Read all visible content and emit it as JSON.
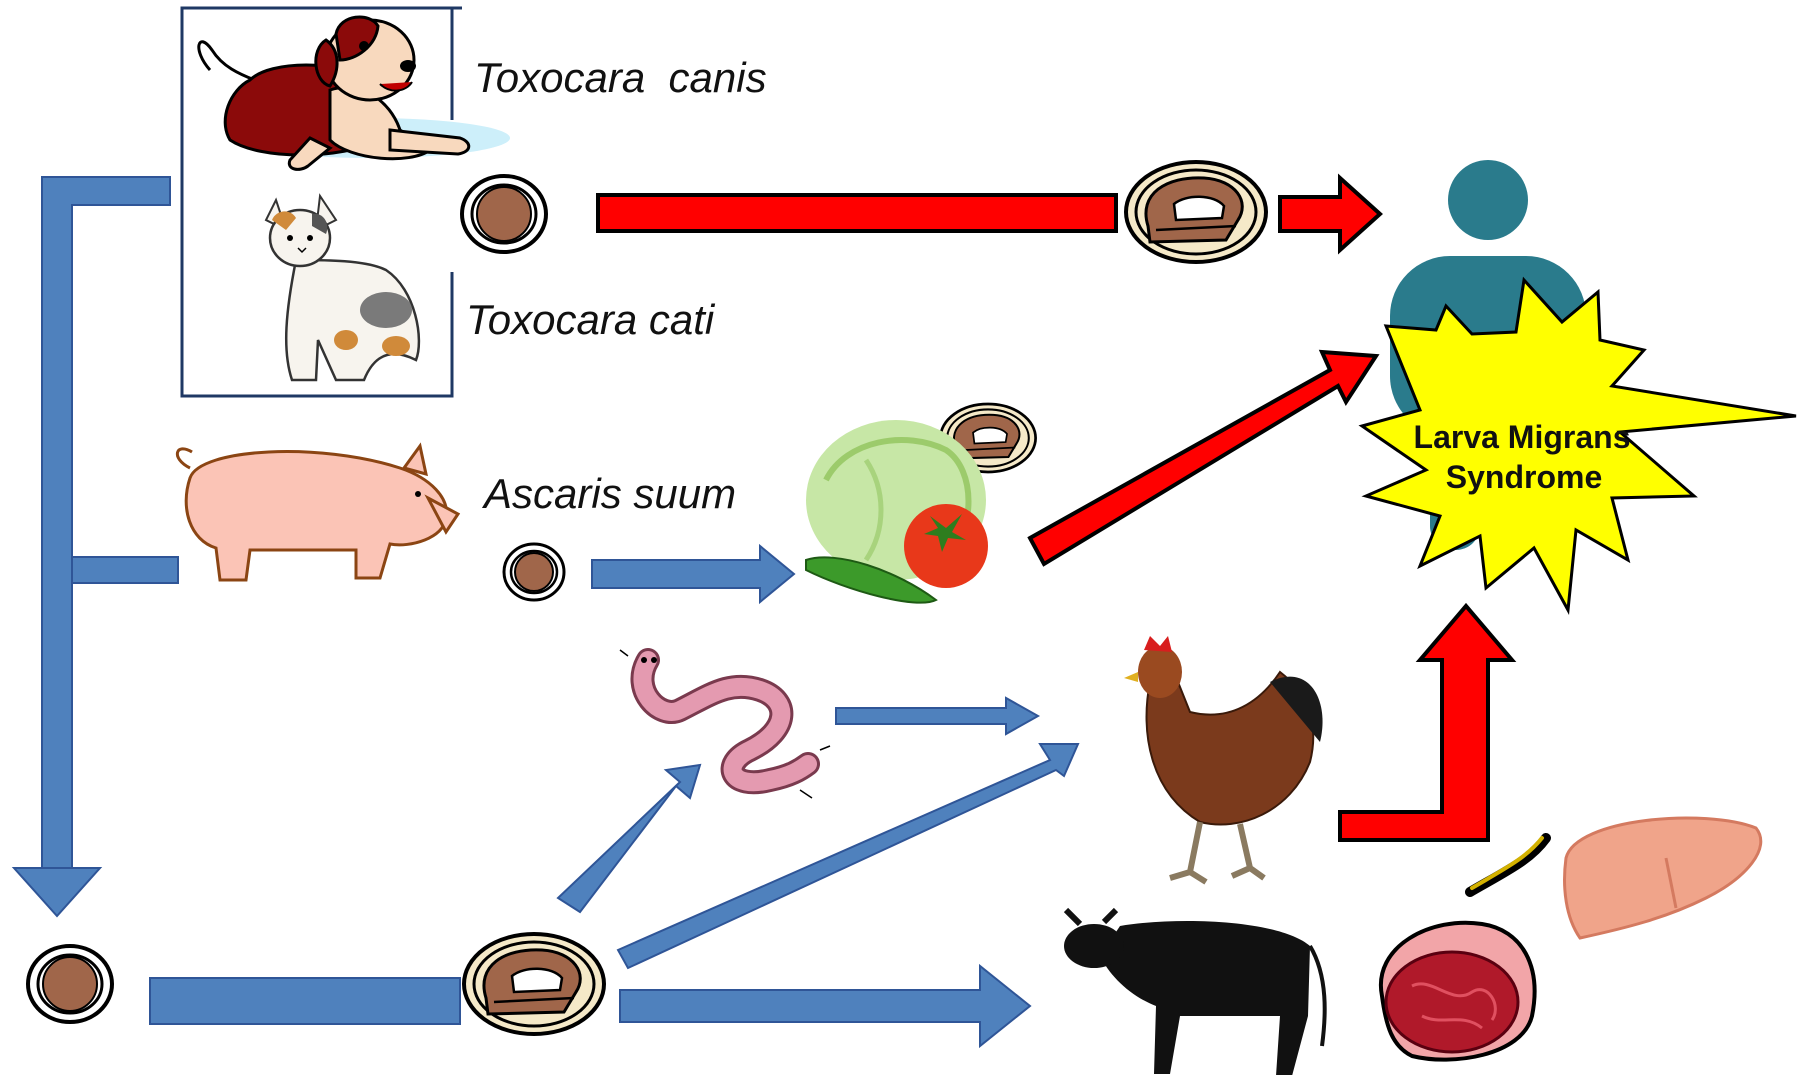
{
  "labels": {
    "toxocara_canis": "Toxocara  canis",
    "toxocara_cati": "Toxocara cati",
    "ascaris_suum": "Ascaris suum",
    "syndrome_line1": "Larva Migrans",
    "syndrome_line2": "Syndrome"
  },
  "colors": {
    "blue_arrow": "#4F81BD",
    "red_arrow": "#FF0000",
    "burst_fill": "#FFFF00",
    "person": "#2A7B8C",
    "egg_fill": "#A0664A"
  },
  "icons": [
    "dog-icon",
    "cat-icon",
    "pig-icon",
    "egg-icon",
    "embryonated-egg-icon",
    "human-icon",
    "vegetables-icon",
    "earthworm-icon",
    "chicken-icon",
    "cattle-icon",
    "raw-meat-icon",
    "liver-icon"
  ]
}
